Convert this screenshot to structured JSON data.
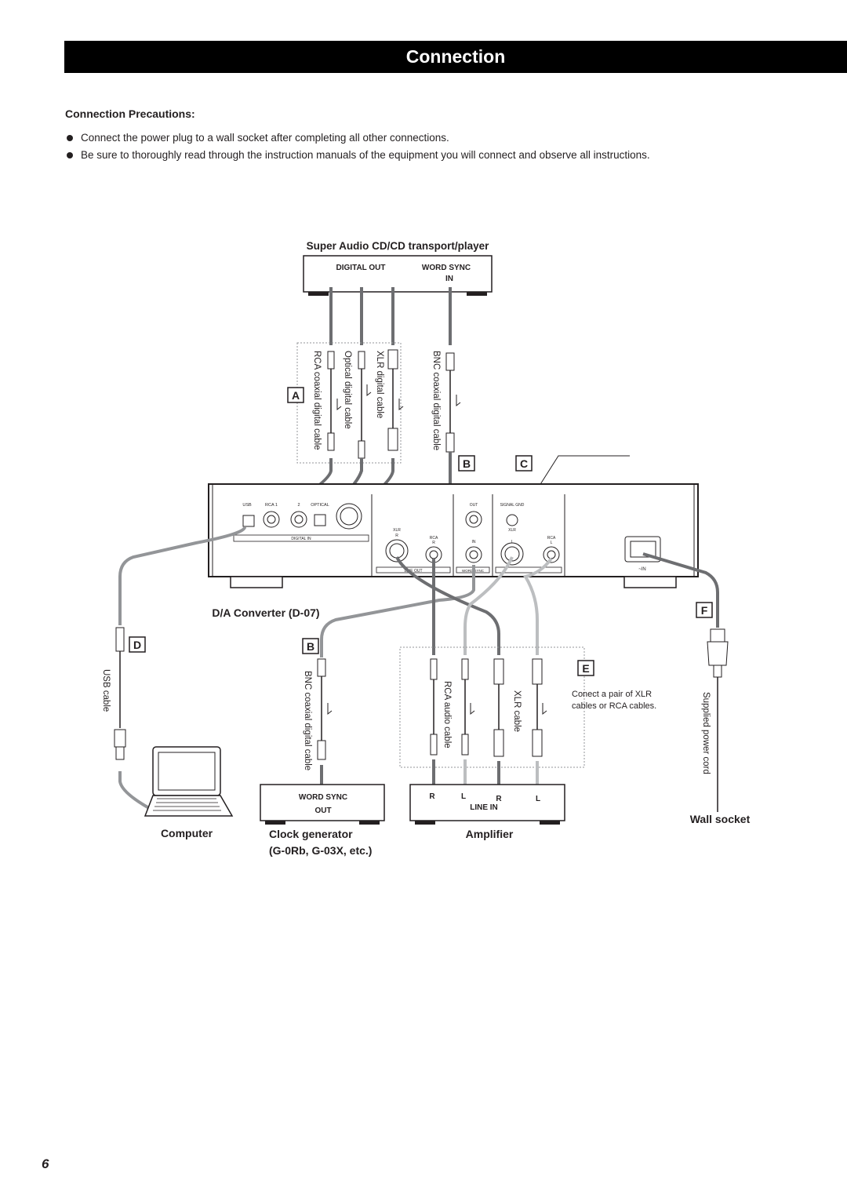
{
  "page": {
    "title": "Connection",
    "precautions_heading": "Connection Precautions:",
    "precautions": [
      "Connect the power plug to a wall socket after completing all other connections.",
      "Be sure to thoroughly read through the instruction manuals of the equipment you will connect and observe all instructions."
    ],
    "page_number": "6"
  },
  "diagram": {
    "devices": {
      "transport": {
        "label": "Super Audio CD/CD transport/player",
        "digital_out": "DIGITAL OUT",
        "word_sync_in_1": "WORD SYNC",
        "word_sync_in_2": "IN"
      },
      "converter": {
        "label": "D/A Converter (D-07)",
        "port_usb": "USB",
        "port_rca1": "RCA 1",
        "port_rca2": "2",
        "port_optical": "OPTICAL",
        "digital_in": "DIGITAL IN",
        "xlr": "XLR",
        "r": "R",
        "l": "L",
        "rca": "RCA",
        "line_out": "LINE OUT",
        "out": "OUT",
        "in": "IN",
        "word_sync": "WORD SYNC",
        "signal_gnd": "SIGNAL GND",
        "ac_in": "~IN"
      },
      "computer": {
        "label": "Computer"
      },
      "clock": {
        "label_1": "Clock generator",
        "label_2": "(G-0Rb, G-03X, etc.)",
        "word_sync": "WORD SYNC",
        "out": "OUT"
      },
      "amplifier": {
        "label": "Amplifier",
        "line_in": "LINE IN",
        "r1": "R",
        "l1": "L",
        "r2": "R",
        "l2": "L"
      },
      "wall_socket": {
        "label": "Wall socket"
      }
    },
    "cables": {
      "rca_coaxial": "RCA coaxial digital cable",
      "optical": "Optical digital cable",
      "xlr_digital": "XLR digital cable",
      "bnc_coaxial_top": "BNC coaxial digital cable",
      "bnc_coaxial_bottom": "BNC coaxial digital cable",
      "usb": "USB cable",
      "rca_audio": "RCA audio cable",
      "xlr": "XLR cable",
      "power": "Supplied power cord"
    },
    "callouts": {
      "a": "A",
      "b1": "B",
      "c": "C",
      "b2": "B",
      "d": "D",
      "e": "E",
      "f": "F"
    },
    "note_line1": "Conect a pair of XLR",
    "note_line2": "cables or RCA cables."
  }
}
